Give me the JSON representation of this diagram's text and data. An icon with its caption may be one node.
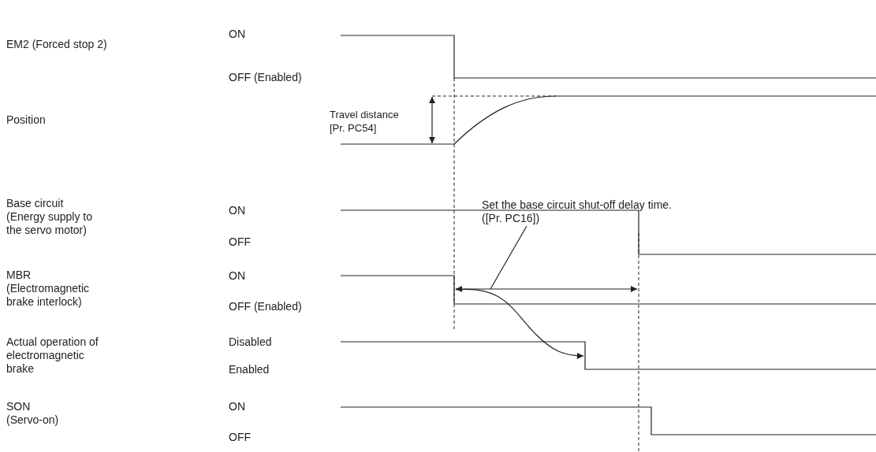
{
  "diagram": {
    "nodes": [
      {
        "text": [
          "Set the base circuit shut-off delay time. ([Pr. PC16])"
        ]
      },
      {
        "text": [],
        "shape": "line"
      }
    ],
    "edges": [
      {
        "from": 0,
        "to": 1,
        "arrow": "none"
      }
    ],
    "labels": [
      "ON",
      "EM2 (Forced stop 2)",
      "OFF (Enabled)",
      "Position",
      "Travel distance [Pr. PC54]",
      "Base circuit (Energy supply to the servo motor)",
      "ON",
      "OFF",
      "MBR (Electromagnetic brake interlock)",
      "ON",
      "OFF (Enabled)",
      "Actual operation of electromagnetic brake",
      "Disabled",
      "Enabled",
      "SON (Servo-on)",
      "ON",
      "OFF"
    ]
  }
}
